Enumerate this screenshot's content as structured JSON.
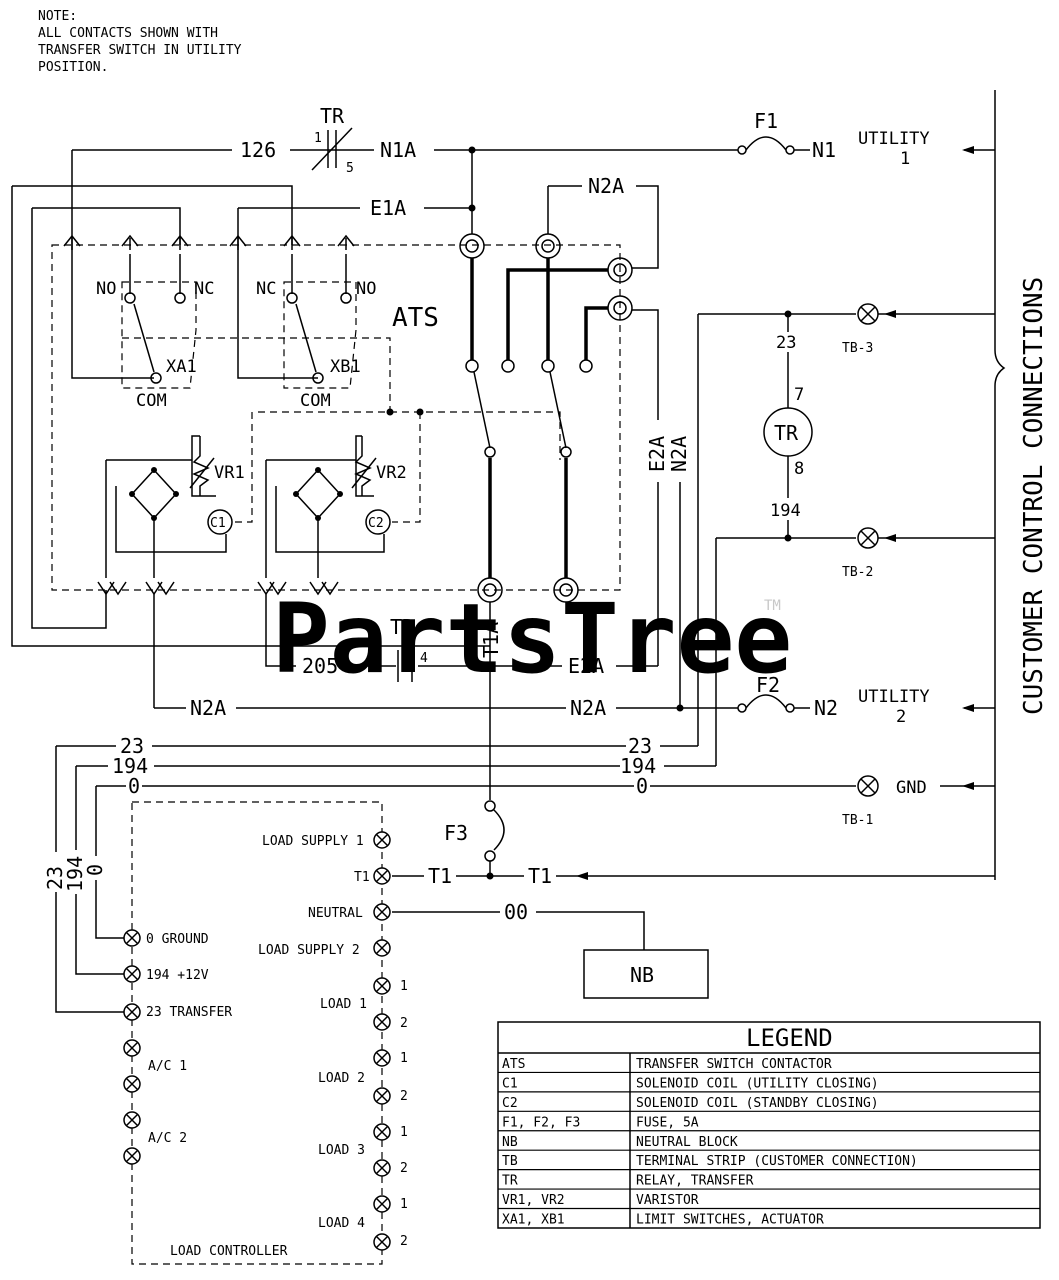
{
  "note": [
    "NOTE:",
    "ALL CONTACTS SHOWN WITH",
    "TRANSFER SWITCH IN UTILITY",
    "POSITION."
  ],
  "side_title": "CUSTOMER CONTROL CONNECTIONS",
  "watermark": "PartsTree",
  "watermark_tm": "TM",
  "labels": {
    "tr": "TR",
    "tr_pin1": "1",
    "tr_pin5": "5",
    "tr_pin6": "6",
    "tr_pin4": "4",
    "tr_coil_top": "7",
    "tr_coil_bottom": "8",
    "w126": "126",
    "n1a": "N1A",
    "n1": "N1",
    "f1": "F1",
    "f2": "F2",
    "f3": "F3",
    "n2": "N2",
    "n2a": "N2A",
    "e1a": "E1A",
    "e2a": "E2A",
    "utility1": "UTILITY",
    "utility1_num": "1",
    "utility2": "UTILITY",
    "utility2_num": "2",
    "ats": "ATS",
    "no": "NO",
    "nc": "NC",
    "com": "COM",
    "xa1": "XA1",
    "xb1": "XB1",
    "vr1": "VR1",
    "vr2": "VR2",
    "c1": "C1",
    "c2": "C2",
    "w23": "23",
    "w194": "194",
    "w0": "0",
    "w205": "205",
    "t1a": "T1A",
    "t1": "T1",
    "w00": "00",
    "tb3": "TB-3",
    "tb2": "TB-2",
    "tb1": "TB-1",
    "gnd": "GND",
    "nb": "NB",
    "neutral": "NEUTRAL",
    "load_controller": "LOAD CONTROLLER",
    "load_supply1": "LOAD SUPPLY 1",
    "load_supply2": "LOAD SUPPLY 2",
    "ground_term": "0 GROUND",
    "plus12_term": "194 +12V",
    "transfer_term": "23 TRANSFER",
    "ac1": "A/C 1",
    "ac2": "A/C 2",
    "load1": "LOAD 1",
    "load2": "LOAD 2",
    "load3": "LOAD 3",
    "load4": "LOAD 4",
    "pin1": "1",
    "pin2": "2"
  },
  "legend": {
    "title": "LEGEND",
    "rows": [
      {
        "code": "ATS",
        "desc": "TRANSFER SWITCH CONTACTOR"
      },
      {
        "code": "C1",
        "desc": "SOLENOID COIL (UTILITY CLOSING)"
      },
      {
        "code": "C2",
        "desc": "SOLENOID COIL (STANDBY CLOSING)"
      },
      {
        "code": "F1, F2, F3",
        "desc": "FUSE, 5A"
      },
      {
        "code": "NB",
        "desc": "NEUTRAL BLOCK"
      },
      {
        "code": "TB",
        "desc": "TERMINAL STRIP (CUSTOMER CONNECTION)"
      },
      {
        "code": "TR",
        "desc": "RELAY, TRANSFER"
      },
      {
        "code": "VR1, VR2",
        "desc": "VARISTOR"
      },
      {
        "code": "XA1, XB1",
        "desc": "LIMIT SWITCHES, ACTUATOR"
      }
    ]
  }
}
